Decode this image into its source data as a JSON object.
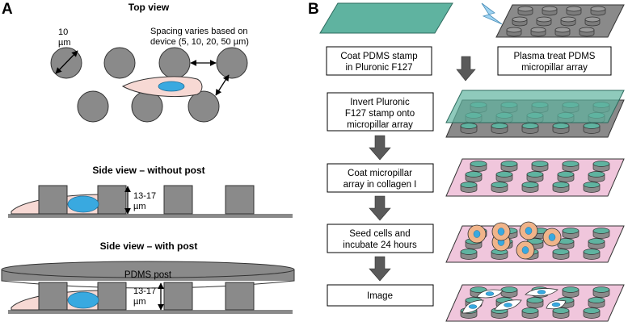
{
  "panel_a": {
    "letter": "A",
    "top_view": {
      "title": "Top view",
      "diameter_label": [
        "10",
        "µm"
      ],
      "spacing_label": [
        "Spacing varies based on",
        "device (5, 10, 20, 50 µm)"
      ]
    },
    "side_without": {
      "title": "Side view – without post",
      "height_label": [
        "13-17",
        "µm"
      ]
    },
    "side_with": {
      "title": "Side view – with post",
      "post_label": "PDMS post",
      "height_label": [
        "13-17",
        "µm"
      ]
    }
  },
  "panel_b": {
    "letter": "B",
    "steps": [
      [
        "Coat PDMS stamp",
        "in Pluronic F127"
      ],
      [
        "Plasma treat PDMS",
        "micropillar array"
      ],
      [
        "Invert Pluronic",
        "F127 stamp onto",
        "micropillar array"
      ],
      [
        "Coat micropillar",
        "array in collagen I"
      ],
      [
        "Seed cells and",
        "incubate 24 hours"
      ],
      [
        "Image"
      ]
    ]
  },
  "colors": {
    "pillar": "#8a8a8a",
    "stamp_green": "#5fb3a0",
    "collagen_pink": "#f0c6dc",
    "cell_pink": "#f7d9d4",
    "nucleus_blue": "#39a9e0",
    "cell_orange": "#f0b48a",
    "arrow_gray": "#5a5a5a",
    "plasma_blue": "#9fd3f2"
  },
  "icons": [
    "double-arrow-icon",
    "down-arrow-icon",
    "plasma-bolt-icon"
  ]
}
